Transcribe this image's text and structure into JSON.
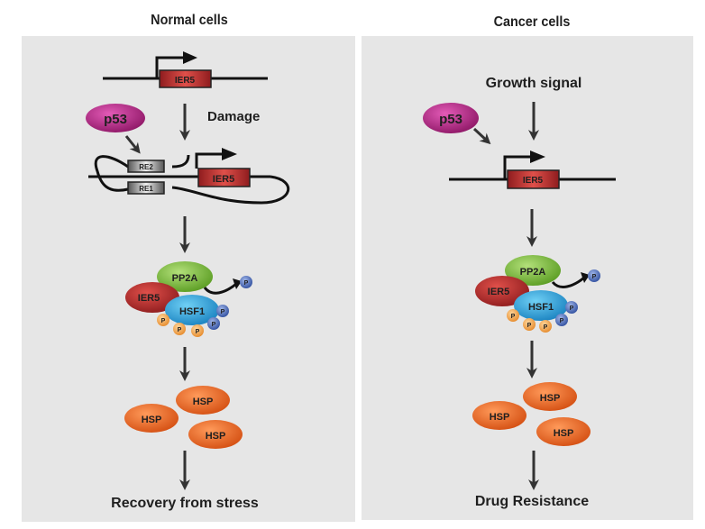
{
  "panels": [
    {
      "title": "Normal cells",
      "trigger": "Damage",
      "gene": "IER5",
      "regulator": "p53",
      "response_elements": [
        "RE2",
        "RE1"
      ],
      "complex": {
        "phosphatase": "PP2A",
        "partner": "IER5",
        "target": "HSF1",
        "phospho": "P"
      },
      "products": [
        "HSP",
        "HSP",
        "HSP"
      ],
      "outcome": "Recovery from stress"
    },
    {
      "title": "Cancer cells",
      "trigger": "Growth signal",
      "gene": "IER5",
      "regulator": "p53",
      "complex": {
        "phosphatase": "PP2A",
        "partner": "IER5",
        "target": "HSF1",
        "phospho": "P"
      },
      "products": [
        "HSP",
        "HSP",
        "HSP"
      ],
      "outcome": "Drug Resistance"
    }
  ],
  "colors": {
    "panel_bg": "#e6e6e6",
    "ier5_box": "#c0282b",
    "p53": "#b3217f",
    "pp2a": "#7cbf3a",
    "ier5_protein": "#b52a2a",
    "hsf1": "#2aa8e0",
    "phospho_orange": "#f2a640",
    "phospho_blue": "#3d5fb0",
    "hsp": "#ec6524",
    "arrow": "#333333"
  }
}
